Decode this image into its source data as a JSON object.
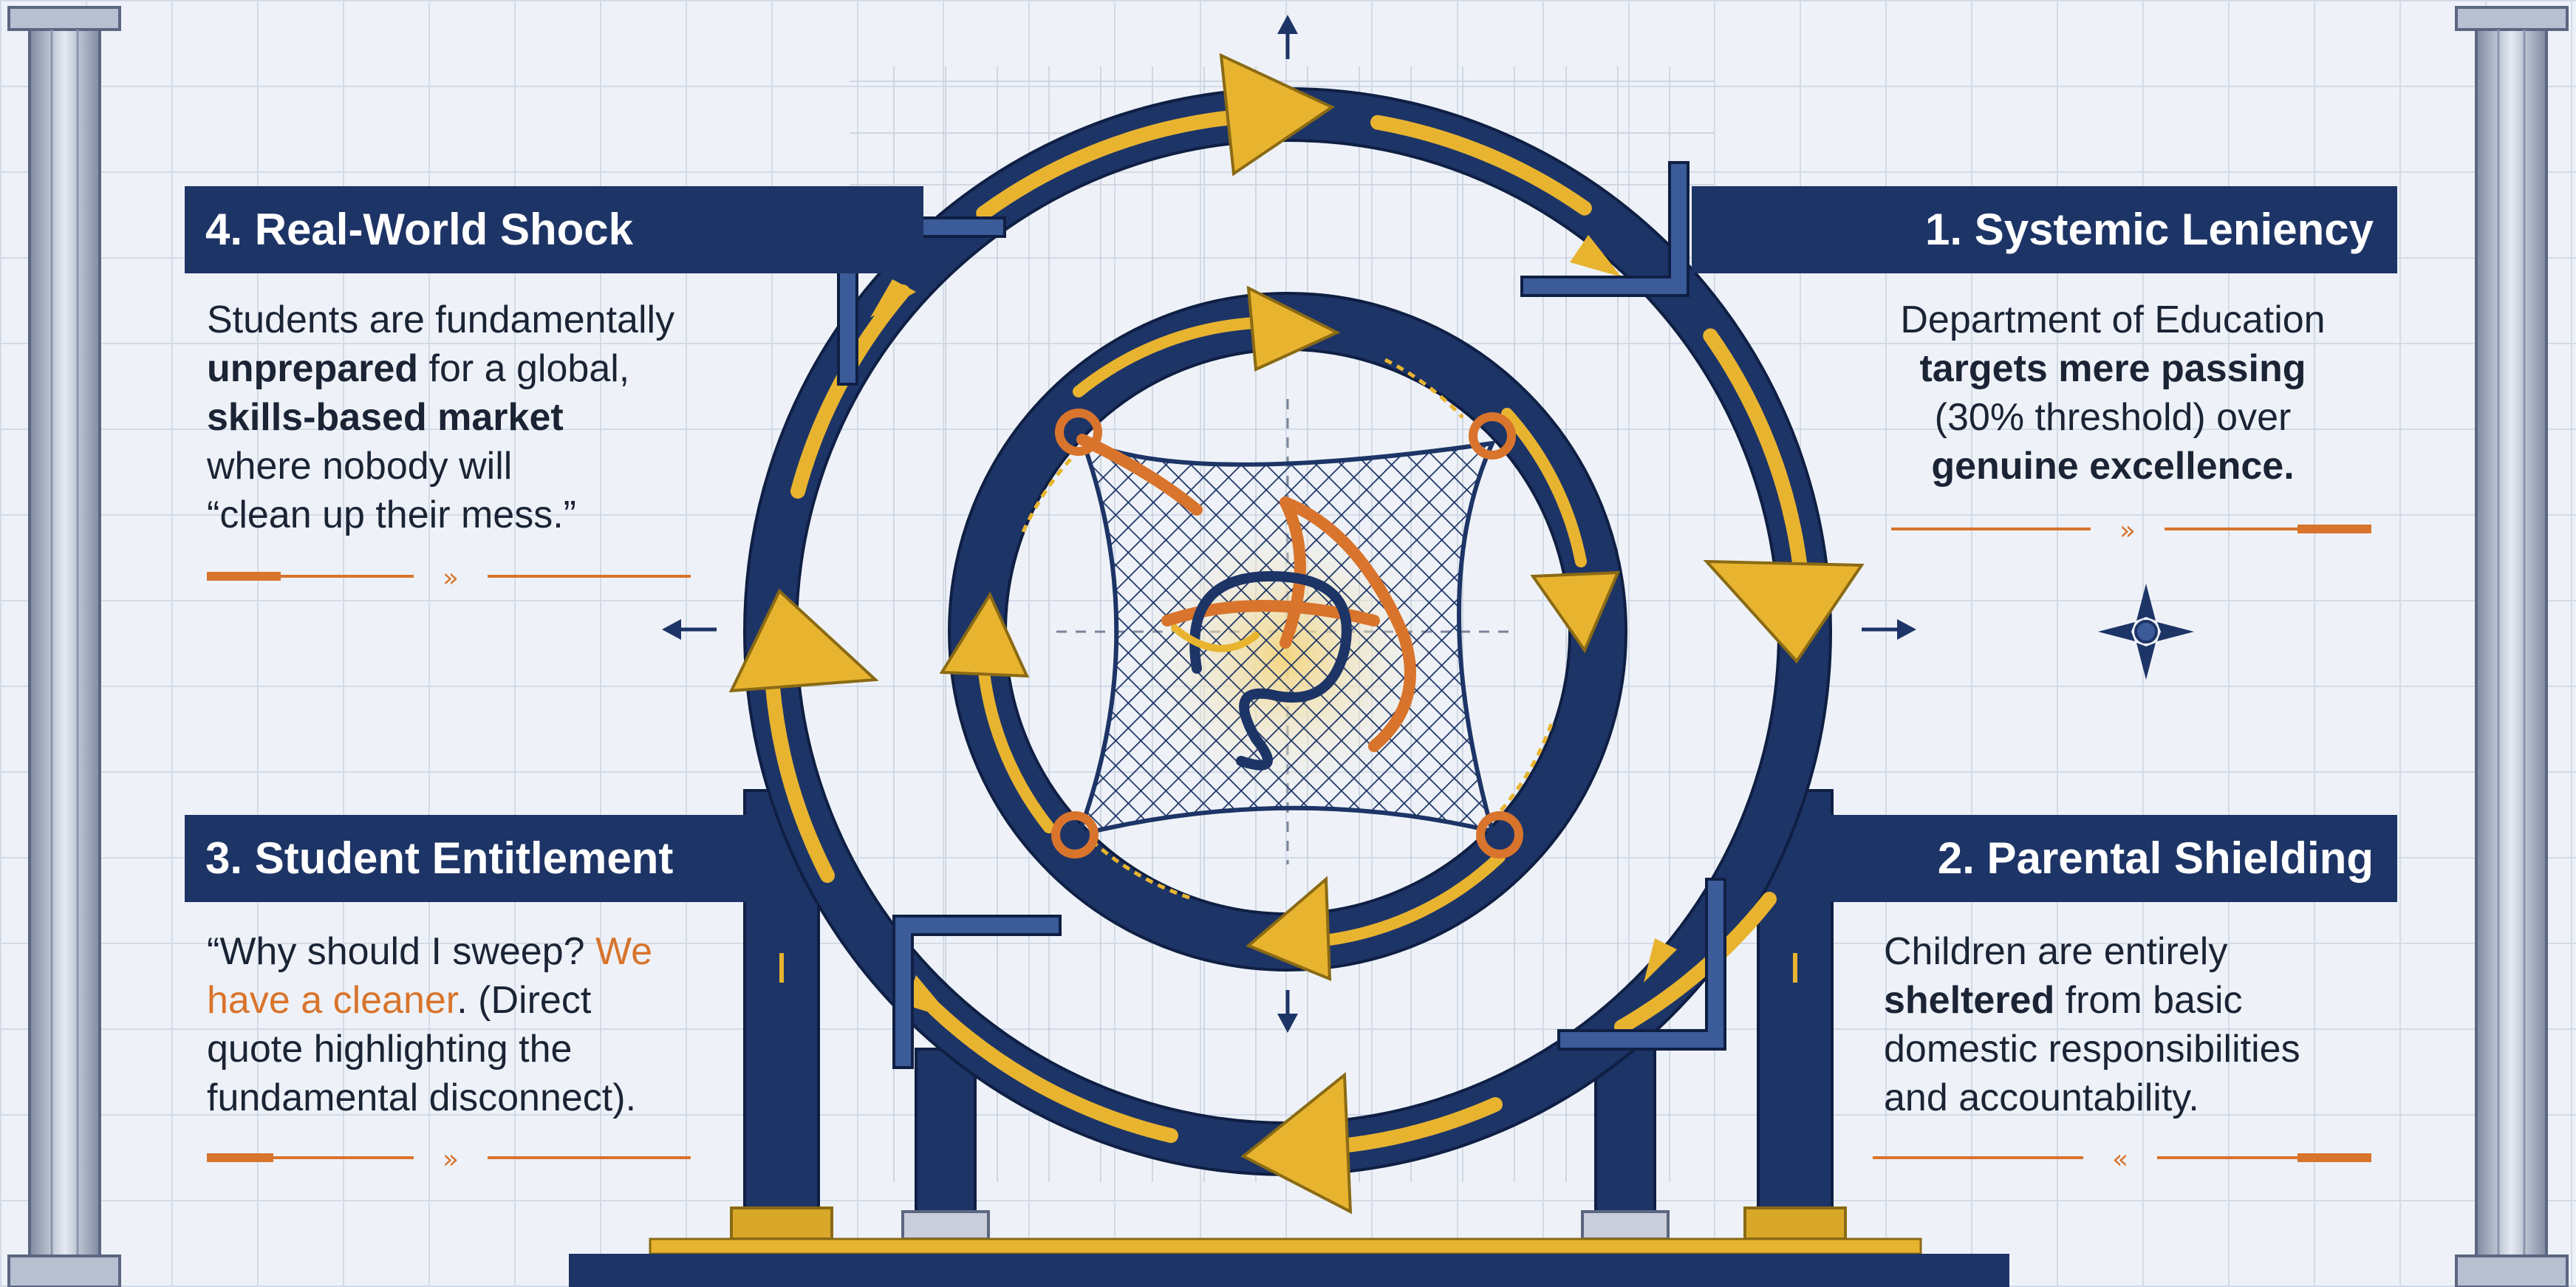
{
  "colors": {
    "navy": "#1d3466",
    "gold": "#e8b430",
    "orange": "#d8742c",
    "background": "#eef2f8",
    "grid": "#d3dbe7",
    "text": "#1b2435"
  },
  "stages": [
    {
      "id": "systemic-leniency",
      "heading": "1. Systemic Leniency",
      "lines": [
        [
          {
            "t": "Department of Education",
            "s": "normal"
          }
        ],
        [
          {
            "t": "targets mere passing",
            "s": "bold"
          }
        ],
        [
          {
            "t": "(30% threshold) over",
            "s": "normal"
          }
        ],
        [
          {
            "t": "genuine excellence.",
            "s": "bold"
          }
        ]
      ],
      "divider": "»"
    },
    {
      "id": "parental-shielding",
      "heading": "2. Parental Shielding",
      "lines": [
        [
          {
            "t": "Children are entirely",
            "s": "normal"
          }
        ],
        [
          {
            "t": "sheltered",
            "s": "bold"
          },
          {
            "t": " from basic",
            "s": "normal"
          }
        ],
        [
          {
            "t": "domestic responsibilities",
            "s": "normal"
          }
        ],
        [
          {
            "t": "and accountability.",
            "s": "normal"
          }
        ]
      ],
      "divider": "«"
    },
    {
      "id": "student-entitlement",
      "heading": "3. Student Entitlement",
      "lines": [
        [
          {
            "t": "“Why should I sweep? ",
            "s": "normal"
          },
          {
            "t": "We",
            "s": "highlight"
          }
        ],
        [
          {
            "t": "have a cleaner",
            "s": "highlight"
          },
          {
            "t": ". (Direct",
            "s": "normal"
          }
        ],
        [
          {
            "t": "quote highlighting the",
            "s": "normal"
          }
        ],
        [
          {
            "t": "fundamental disconnect).",
            "s": "normal"
          }
        ]
      ],
      "divider": "»"
    },
    {
      "id": "real-world-shock",
      "heading": "4. Real-World Shock",
      "lines": [
        [
          {
            "t": "Students are fundamentally",
            "s": "normal"
          }
        ],
        [
          {
            "t": "unprepared",
            "s": "bold"
          },
          {
            "t": " for a global,",
            "s": "normal"
          }
        ],
        [
          {
            "t": "skills-based market",
            "s": "bold"
          }
        ],
        [
          {
            "t": "where nobody will",
            "s": "normal"
          }
        ],
        [
          {
            "t": "“clean up their mess.”",
            "s": "normal"
          }
        ]
      ],
      "divider": "»"
    }
  ],
  "icons": {
    "cycle": "circular-cycle-arrows",
    "net": "safety-net",
    "compass": "compass-star",
    "pillars": "classical-pillar"
  }
}
